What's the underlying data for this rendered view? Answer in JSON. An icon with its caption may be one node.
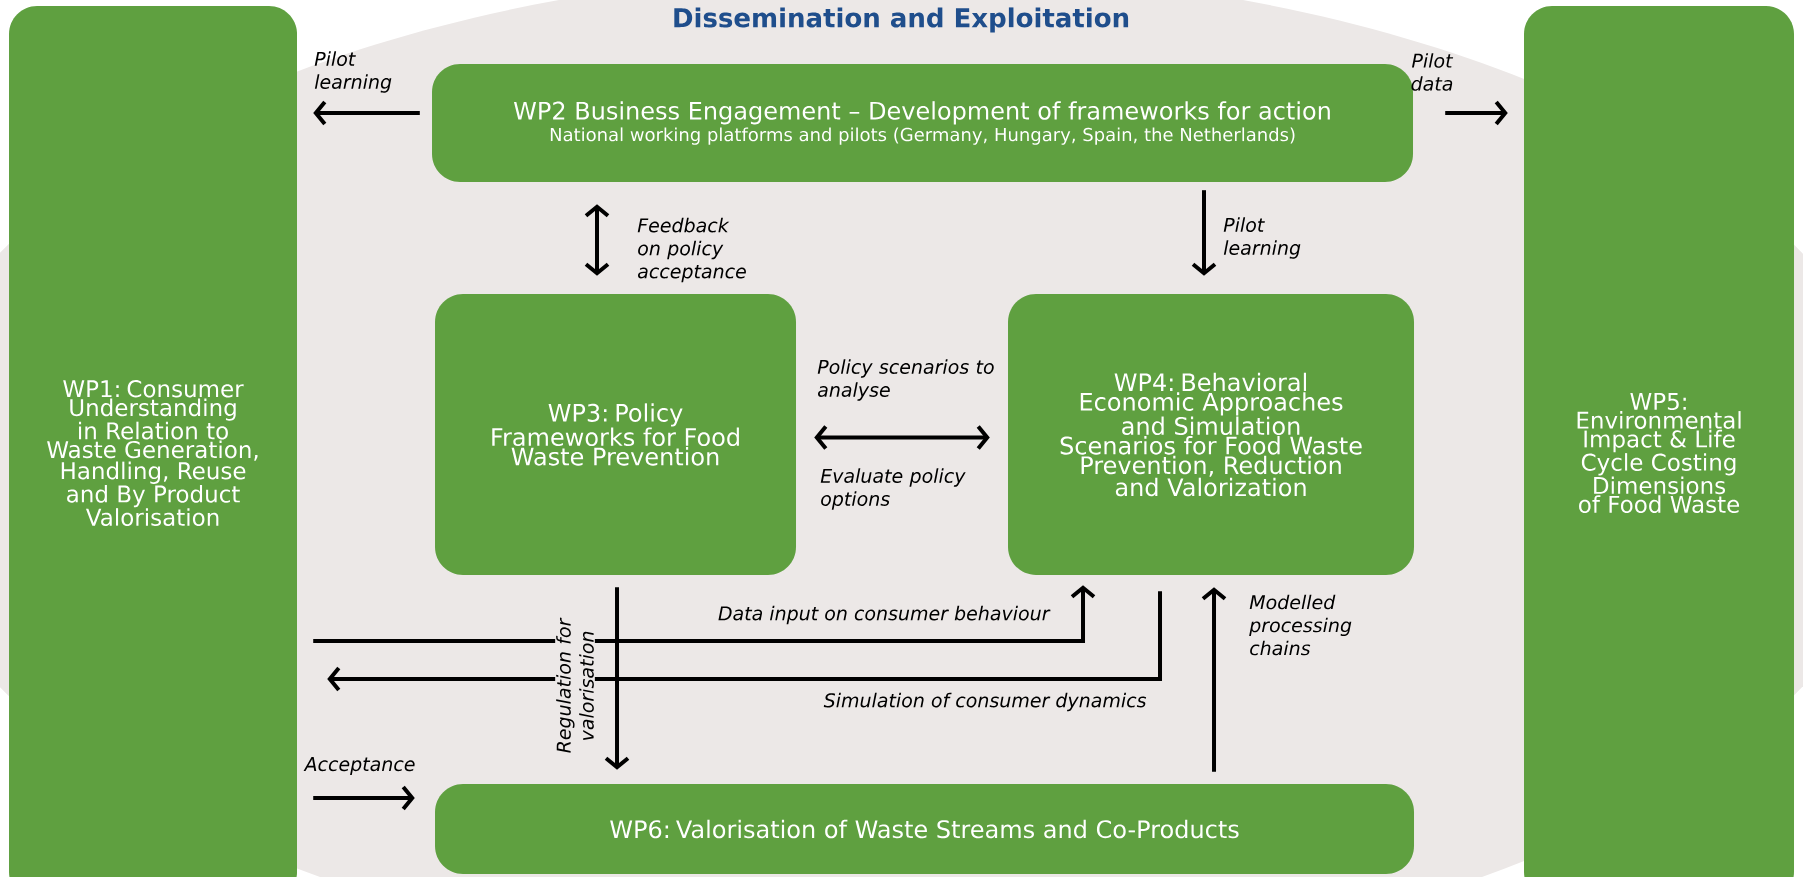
{
  "diagram": {
    "title": "Dissemination and Exploitation",
    "nodes": [
      {
        "text": [
          "WP1: Consumer Understanding in Relation to Waste Generation, Handling, Reuse and By Product Valorisation"
        ]
      },
      {
        "text": [
          "WP2 Business Engagement – Development of frameworks for action",
          "National working platforms and pilots (Germany, Hungary, Spain, the Netherlands)"
        ]
      },
      {
        "text": [
          "WP3: Policy Frameworks for Food Waste Prevention"
        ]
      },
      {
        "text": [
          "WP4: Behavioral Economic Approaches and Simulation Scenarios for Food Waste Prevention, Reduction and Valorization"
        ]
      },
      {
        "text": [
          "WP5: Environmental Impact & Life Cycle Costing Dimensions of Food Waste"
        ]
      },
      {
        "text": [
          "WP6: Valorisation of Waste Streams and Co-Products"
        ]
      }
    ],
    "edges": [
      {
        "from": 1,
        "to": 0,
        "arrow": "to",
        "label": "Pilot learning"
      },
      {
        "from": 1,
        "to": 4,
        "arrow": "to",
        "label": "Pilot data"
      },
      {
        "from": 1,
        "to": 2,
        "arrow": "both",
        "label": "Feedback on policy acceptance"
      },
      {
        "from": 1,
        "to": 3,
        "arrow": "to",
        "label": "Pilot learning"
      },
      {
        "from": 2,
        "to": 3,
        "arrow": "both",
        "label": "Policy scenarios to analyse"
      },
      {
        "from": 0,
        "to": 3,
        "arrow": "to",
        "label": "Data input on consumer behaviour"
      },
      {
        "from": 3,
        "to": 0,
        "arrow": "to",
        "label": "Simulation of consumer dynamics"
      },
      {
        "from": 2,
        "to": 5,
        "arrow": "to",
        "label": "Regulation for valorisation"
      },
      {
        "from": 0,
        "to": 5,
        "arrow": "to",
        "label": "Acceptance"
      },
      {
        "from": 5,
        "to": 3,
        "arrow": "to",
        "label": "Modelled processing chains"
      }
    ],
    "labels": [
      "Evaluate policy options"
    ]
  }
}
